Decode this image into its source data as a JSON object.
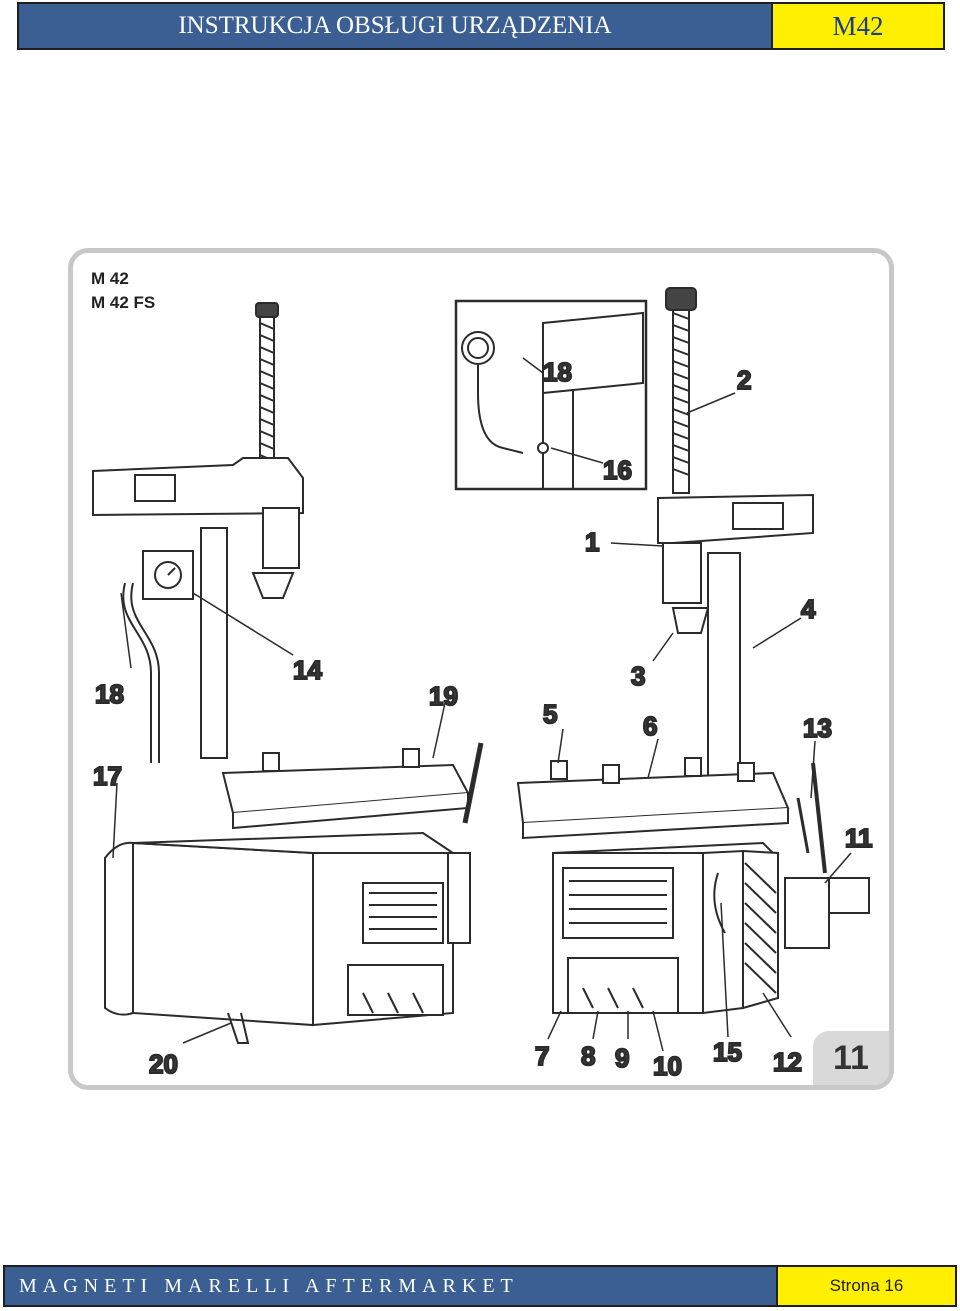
{
  "header": {
    "title": "INSTRUKCJA OBSŁUGI URZĄDZENIA",
    "model": "M42"
  },
  "figure": {
    "models": [
      "M 42",
      "M 42 FS"
    ],
    "figure_number": "11",
    "callouts": [
      "1",
      "2",
      "3",
      "4",
      "5",
      "6",
      "7",
      "8",
      "9",
      "10",
      "11",
      "12",
      "13",
      "14",
      "15",
      "16",
      "17",
      "18",
      "19",
      "20"
    ],
    "inset_callouts": [
      "18",
      "16"
    ]
  },
  "footer": {
    "brand": "MAGNETI MARELLI AFTERMARKET",
    "page": "Strona 16"
  }
}
